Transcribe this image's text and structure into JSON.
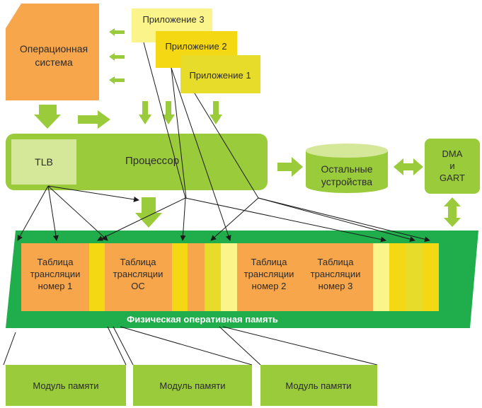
{
  "os": {
    "line1": "Операционная",
    "line2": "система"
  },
  "apps": {
    "app3": "Приложение 3",
    "app2": "Приложение 2",
    "app1": "Приложение 1"
  },
  "cpu": {
    "tlb": "TLB",
    "label": "Процессор"
  },
  "devices": {
    "line1": "Остальные",
    "line2": "устройства"
  },
  "dma": {
    "line1": "DMA",
    "line2": "и",
    "line3": "GART"
  },
  "memory": {
    "label": "Физическая оперативная память",
    "tables": [
      {
        "line1": "Таблица",
        "line2": "трансляции",
        "line3": "номер 1"
      },
      {
        "line1": "Таблица",
        "line2": "трансляции",
        "line3": "ОС"
      },
      {
        "line1": "Таблица",
        "line2": "трансляции",
        "line3": "номер 2"
      },
      {
        "line1": "Таблица",
        "line2": "трансляции",
        "line3": "номер 3"
      }
    ]
  },
  "modules": [
    "Модуль памяти",
    "Модуль памяти",
    "Модуль памяти"
  ],
  "colors": {
    "orange": "#f7a64b",
    "green": "#9acb3b",
    "dark_green": "#1fae4b",
    "yellow": "#f5d814",
    "light_yellow": "#fbf48a"
  }
}
